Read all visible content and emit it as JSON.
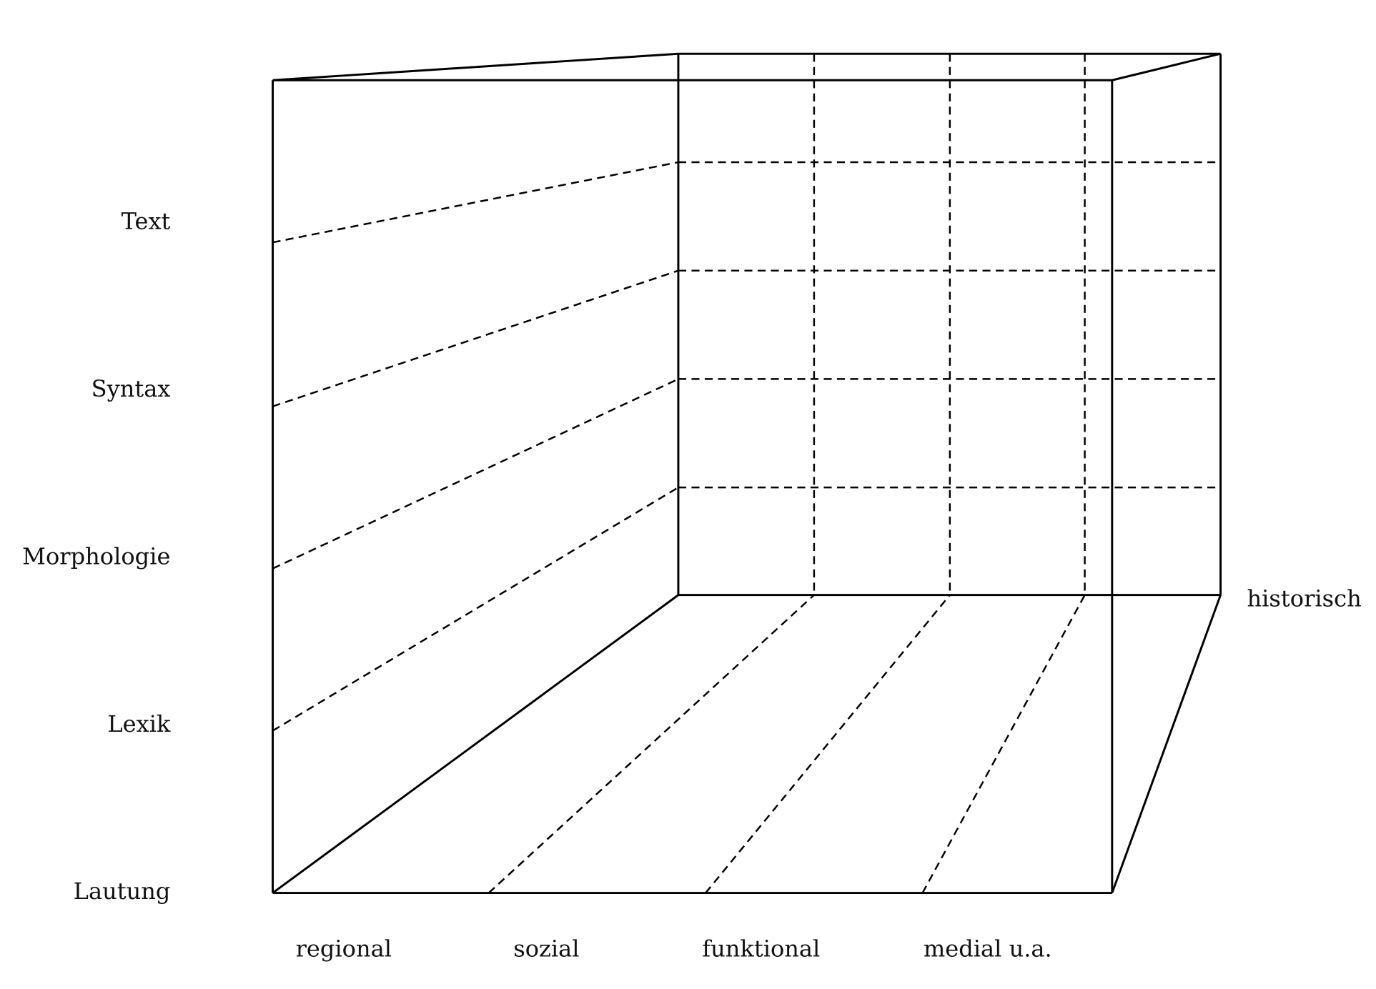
{
  "diagram": {
    "levels": [
      "Text",
      "Syntax",
      "Morphologie",
      "Lexik",
      "Lautung"
    ],
    "dimensions": [
      "regional",
      "sozial",
      "funktional",
      "medial u.a."
    ],
    "depth_label": "historisch"
  }
}
